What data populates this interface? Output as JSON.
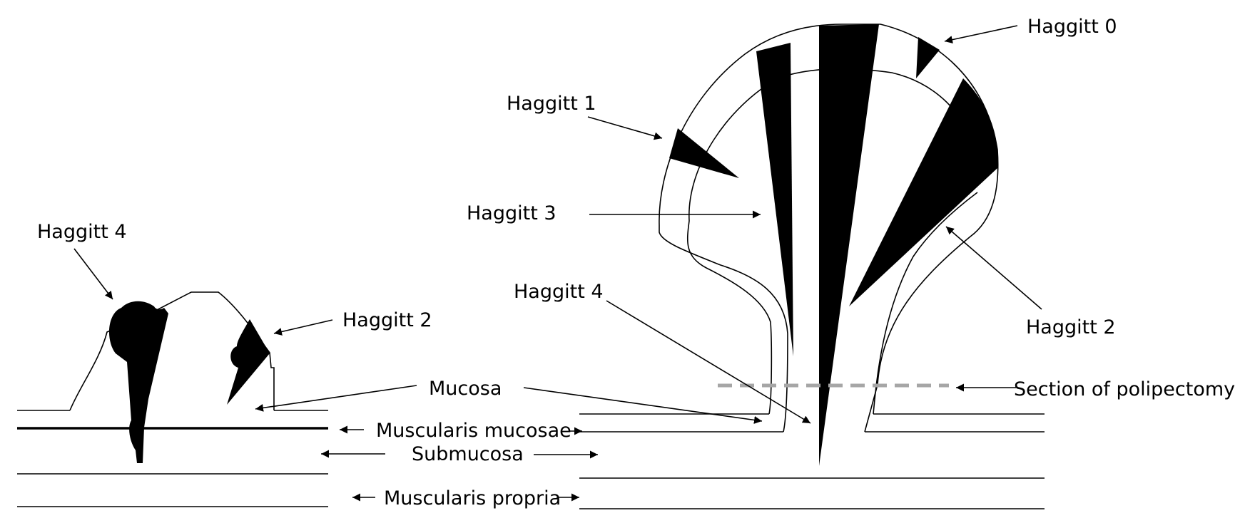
{
  "labels": {
    "haggitt_4_left": "Haggitt 4",
    "haggitt_2_left": "Haggitt 2",
    "haggitt_0": "Haggitt 0",
    "haggitt_1": "Haggitt 1",
    "haggitt_3": "Haggitt 3",
    "haggitt_4_right": "Haggitt 4",
    "haggitt_2_right": "Haggitt 2",
    "mucosa": "Mucosa",
    "muscularis_mucosae": "Muscularis mucosae",
    "submucosa": "Submucosa",
    "muscularis_propria": "Muscularis propria",
    "section_of_polipectomy": "Section of polipectomy"
  },
  "colors": {
    "invasion_fill": "#000000",
    "section_line": "#a6a6a6",
    "background": "#ffffff"
  }
}
